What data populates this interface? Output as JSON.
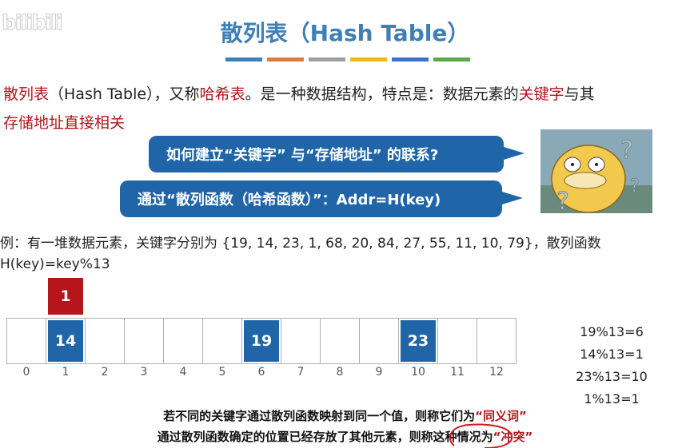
{
  "watermark": "bilibili",
  "title": "散列表（Hash Table）",
  "title_bar_colors": [
    "#3d7fb6",
    "#e07b39",
    "#9e9e9e",
    "#f2b71f",
    "#3c6fd0",
    "#5aa848"
  ],
  "intro": {
    "term": "散列表",
    "p1": "（Hash Table），又称",
    "alias": "哈希表",
    "p2": "。是一种数据结构，特点是：数据元素的",
    "key": "关键字",
    "p3": "与其",
    "tail": "存储地址直接相关"
  },
  "bubbles": {
    "question": "如何建立“关键字” 与“存储地址” 的联系?",
    "answer": "通过“散列函数（哈希函数）”：Addr=H(key)"
  },
  "example": {
    "line1": "例：有一堆数据元素，关键字分别为 {19, 14, 23, 1, 68, 20, 84, 27, 55, 11, 10, 79}，散列函数",
    "line2": "H(key)=key%13"
  },
  "table": {
    "indices": [
      "0",
      "1",
      "2",
      "3",
      "4",
      "5",
      "6",
      "7",
      "8",
      "9",
      "10",
      "11",
      "12"
    ],
    "cells": [
      "",
      "14",
      "",
      "",
      "",
      "",
      "19",
      "",
      "",
      "",
      "23",
      "",
      ""
    ],
    "overflow": "1"
  },
  "calcs": [
    "19%13=6",
    "14%13=1",
    "23%13=10",
    "1%13=1"
  ],
  "notes": {
    "line1_pre": "若不同的关键字通过散列函数映射到同一个值，则称它们为",
    "line1_term": "“同义词”",
    "line2_pre": "通过散列函数确定的位置已经存放了其他元素，则称这种情况为",
    "line2_term": "“冲突”"
  },
  "colors": {
    "accent_blue": "#1f65a8",
    "accent_red": "#b4141a",
    "title_blue": "#3d7fb6"
  }
}
